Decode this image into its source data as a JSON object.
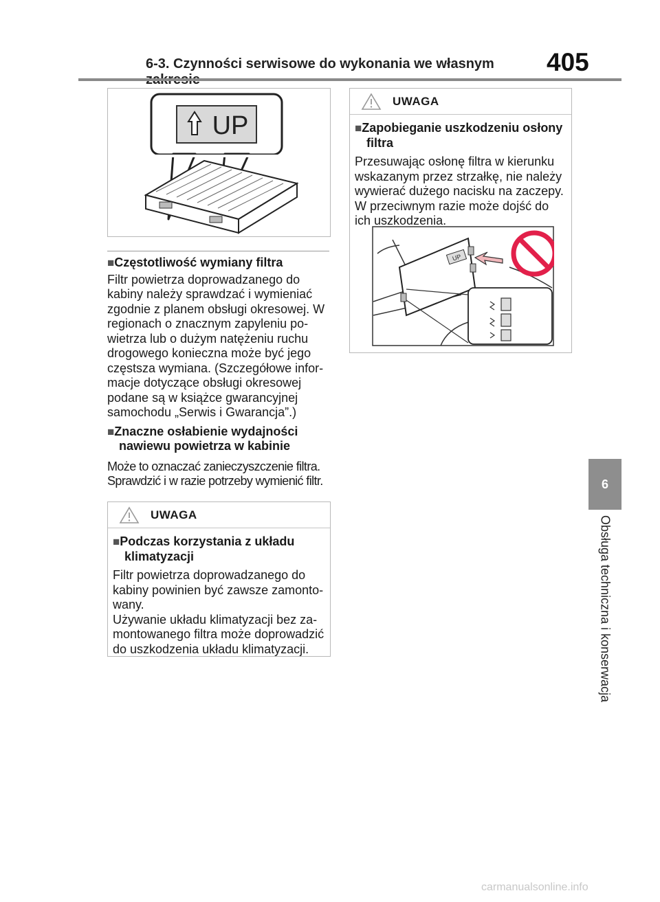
{
  "header": {
    "section_title": "6-3. Czynności serwisowe do wykonania we własnym zakresie",
    "page_number": "405"
  },
  "side_tab": {
    "chapter_number": "6",
    "chapter_title": "Obsługa techniczna i konserwacja"
  },
  "figure_filter": {
    "label_text": "UP"
  },
  "left_column": {
    "sections": [
      {
        "heading": "Częstotliwość wymiany filtra",
        "body": "Filtr powietrza doprowadzanego do kabiny należy sprawdzać i wymieniać zgodnie z planem obsługi okresowej. W regionach o znacznym zapyleniu po- wietrza lub o dużym natężeniu ruchu drogowego konieczna może być jego częstsza wymiana. (Szczegółowe infor- macje dotyczące obsługi okresowej podane są w książce gwarancyjnej samochodu „Serwis i Gwarancja”.)"
      },
      {
        "heading": "Znaczne osłabienie wydajności nawiewu powietrza w kabinie",
        "body": "Może to oznaczać zanieczyszczenie filtra. Sprawdzić i w razie potrzeby wymienić filtr."
      }
    ],
    "warning": {
      "label": "UWAGA",
      "heading": "Podczas korzystania z układu klimatyzacji",
      "body": "Filtr powietrza doprowadzanego do kabiny powinien być zawsze zamonto- wany.\nUżywanie układu klimatyzacji bez za- montowanego filtra może doprowadzić do uszkodzenia układu klimatyzacji."
    }
  },
  "right_column": {
    "warning": {
      "label": "UWAGA",
      "heading": "Zapobieganie uszkodzeniu osłony filtra",
      "body": "Przesuwając osłonę filtra w kierunku wskazanym przez strzałkę, nie należy wywierać dużego nacisku na zaczepy. W przeciwnym razie może dojść do ich uszkodzenia."
    },
    "figure_label_text": "UP"
  },
  "footer": {
    "watermark": "carmanualsonline.info"
  },
  "colors": {
    "rule": "#8a8a8a",
    "side_tab": "#8e8e8e",
    "prohibition": "#e2204a"
  }
}
